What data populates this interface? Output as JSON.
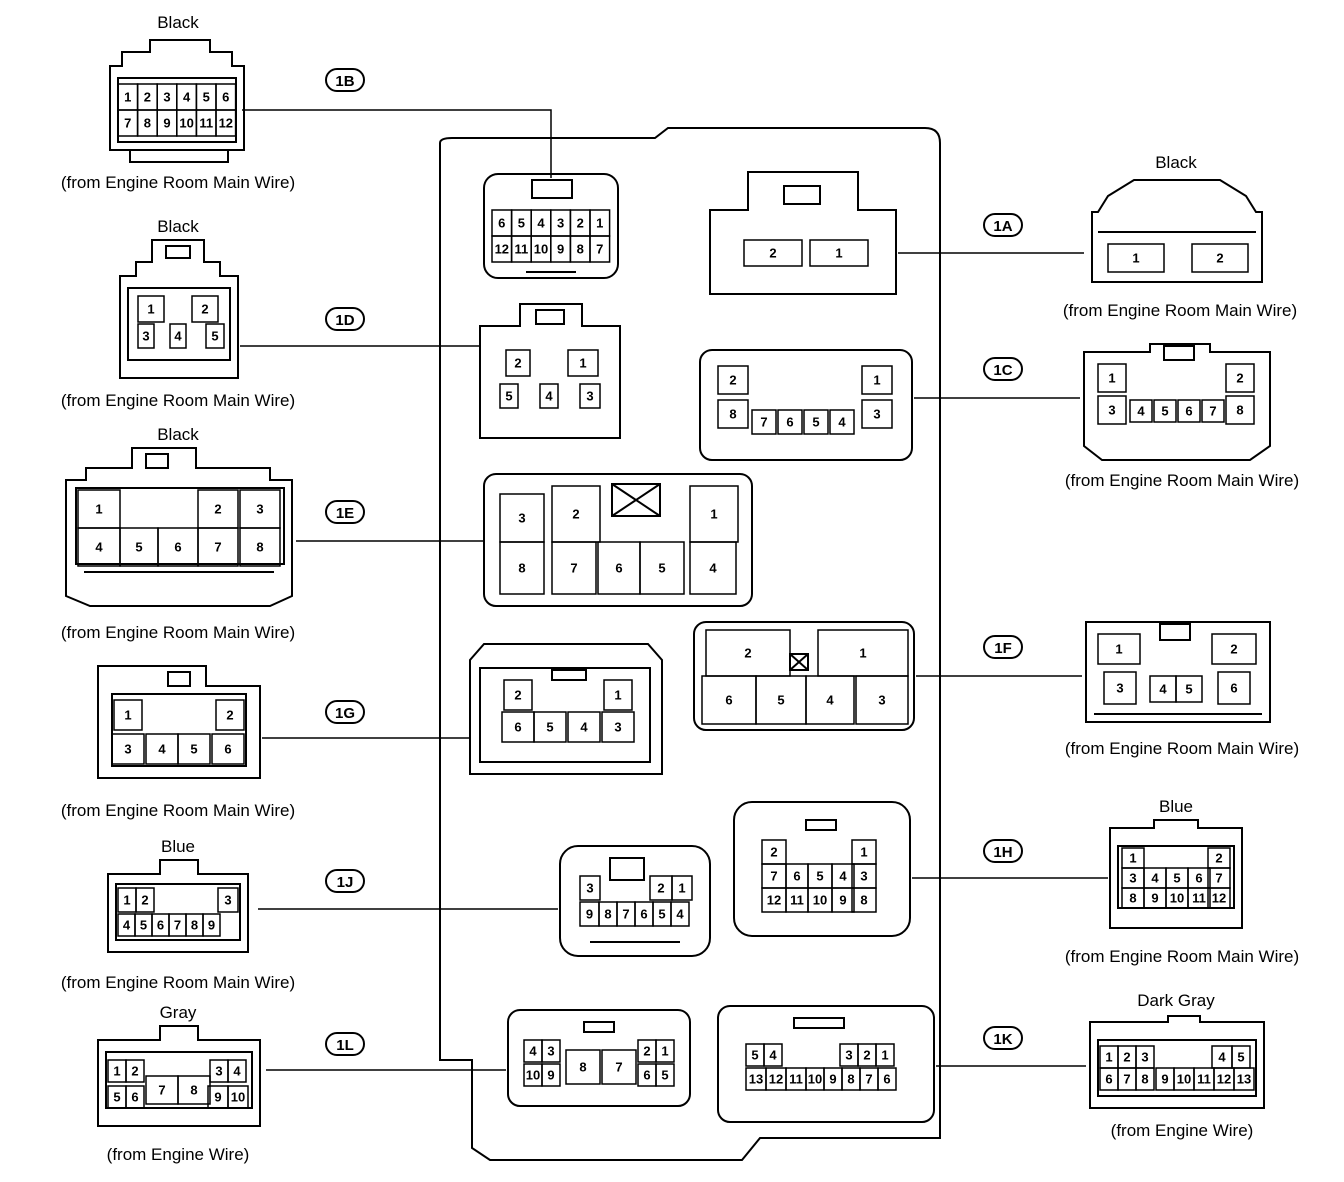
{
  "connectors": {
    "1B": {
      "tag": "1B",
      "color": "Black",
      "from": "(from Engine Room Main Wire)",
      "left_pins": [
        "1",
        "2",
        "3",
        "4",
        "5",
        "6",
        "7",
        "8",
        "9",
        "10",
        "11",
        "12"
      ],
      "jb_pins": [
        "6",
        "5",
        "4",
        "3",
        "2",
        "1",
        "12",
        "11",
        "10",
        "9",
        "8",
        "7"
      ]
    },
    "1A": {
      "tag": "1A",
      "color": "Black",
      "from": "(from Engine Room Main Wire)",
      "ext_pins": [
        "1",
        "2"
      ],
      "jb_pins": [
        "2",
        "1"
      ]
    },
    "1D": {
      "tag": "1D",
      "color": "Black",
      "from": "(from Engine Room Main Wire)",
      "ext_pins": [
        "1",
        "2",
        "3",
        "4",
        "5"
      ],
      "jb_pins": [
        "2",
        "1",
        "5",
        "4",
        "3"
      ]
    },
    "1C": {
      "tag": "1C",
      "from": "(from Engine Room Main Wire)",
      "ext_pins": [
        "1",
        "2",
        "3",
        "4",
        "5",
        "6",
        "7",
        "8"
      ],
      "jb_pins": [
        "2",
        "1",
        "8",
        "7",
        "6",
        "5",
        "4",
        "3"
      ]
    },
    "1E": {
      "tag": "1E",
      "color": "Black",
      "from": "(from Engine Room Main Wire)",
      "ext_pins": [
        "1",
        "2",
        "3",
        "4",
        "5",
        "6",
        "7",
        "8"
      ],
      "jb_pins": [
        "3",
        "2",
        "1",
        "8",
        "7",
        "6",
        "5",
        "4"
      ]
    },
    "1F": {
      "tag": "1F",
      "from": "(from Engine Room Main Wire)",
      "ext_pins": [
        "1",
        "2",
        "3",
        "4",
        "5",
        "6"
      ],
      "jb_pins": [
        "2",
        "1",
        "6",
        "5",
        "4",
        "3"
      ]
    },
    "1G": {
      "tag": "1G",
      "from": "(from Engine Room Main Wire)",
      "ext_pins": [
        "1",
        "2",
        "3",
        "4",
        "5",
        "6"
      ],
      "jb_pins": [
        "2",
        "1",
        "6",
        "5",
        "4",
        "3"
      ]
    },
    "1H": {
      "tag": "1H",
      "color": "Blue",
      "from": "(from Engine Room Main Wire)",
      "ext_pins": [
        "1",
        "2",
        "3",
        "4",
        "5",
        "6",
        "7",
        "8",
        "9",
        "10",
        "11",
        "12"
      ],
      "jb_pins": [
        "2",
        "1",
        "7",
        "6",
        "5",
        "4",
        "3",
        "12",
        "11",
        "10",
        "9",
        "8"
      ]
    },
    "1J": {
      "tag": "1J",
      "color": "Blue",
      "from": "(from Engine Room Main Wire)",
      "ext_pins": [
        "1",
        "2",
        "3",
        "4",
        "5",
        "6",
        "7",
        "8",
        "9"
      ],
      "jb_pins": [
        "3",
        "2",
        "1",
        "9",
        "8",
        "7",
        "6",
        "5",
        "4"
      ]
    },
    "1L": {
      "tag": "1L",
      "color": "Gray",
      "from": "(from Engine Wire)",
      "ext_pins": [
        "1",
        "2",
        "3",
        "4",
        "5",
        "6",
        "7",
        "8",
        "9",
        "10"
      ],
      "jb_pins": [
        "4",
        "3",
        "2",
        "1",
        "10",
        "9",
        "8",
        "7",
        "6",
        "5"
      ]
    },
    "1K": {
      "tag": "1K",
      "color": "Dark Gray",
      "from": "(from Engine Wire)",
      "ext_pins": [
        "1",
        "2",
        "3",
        "4",
        "5",
        "6",
        "7",
        "8",
        "9",
        "10",
        "11",
        "12",
        "13"
      ],
      "jb_pins": [
        "5",
        "4",
        "3",
        "2",
        "1",
        "13",
        "12",
        "11",
        "10",
        "9",
        "8",
        "7",
        "6"
      ]
    }
  }
}
